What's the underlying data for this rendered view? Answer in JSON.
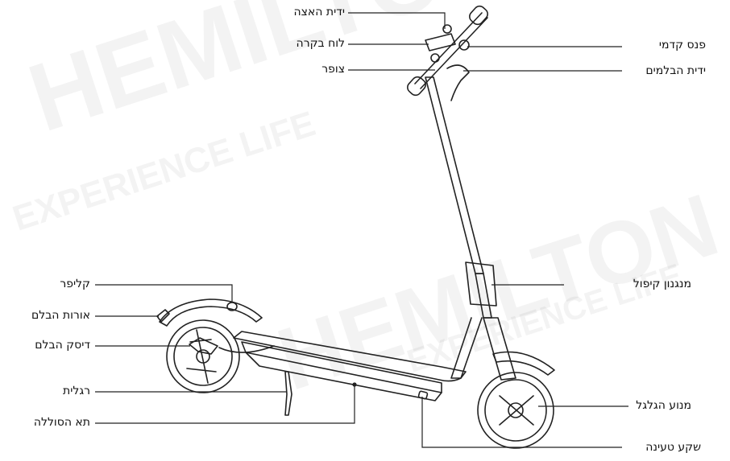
{
  "labels": {
    "handbrake": "ידית האצה",
    "dashboard": "לוח בקרה",
    "horn": "צופר",
    "headlight": "פנס קדמי",
    "brake_lever": "ידית הבלמים",
    "clipper": "קליפר",
    "brake_lights": "אורות הבלם",
    "brake_disc": "דיסק הבלם",
    "kickstand": "רגלית",
    "battery_compartment": "תא הסוללה",
    "folding_mechanism": "מנגנון קיפול",
    "wheel_motor": "מנוע הגלגל",
    "charging_port": "שקע טעינה"
  },
  "watermark": {
    "brand": "HEMILTON",
    "tagline": "EXPERIENCE LIFE"
  },
  "colors": {
    "ink": "#222222",
    "text": "#111111"
  }
}
